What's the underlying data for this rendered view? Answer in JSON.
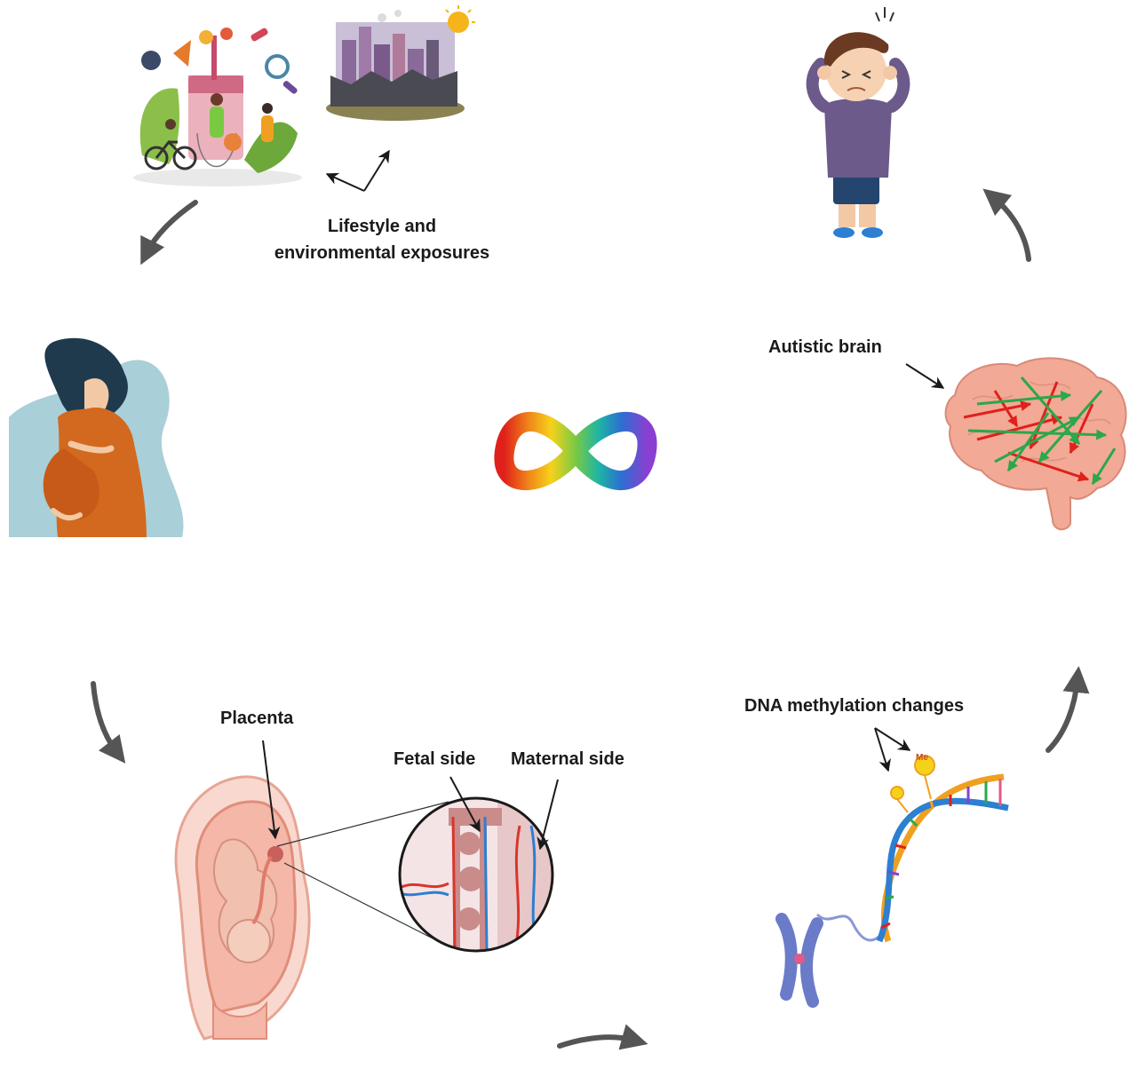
{
  "labels": {
    "lifestyle_line1": "Lifestyle and",
    "lifestyle_line2": "environmental exposures",
    "autistic_brain": "Autistic brain",
    "placenta": "Placenta",
    "fetal_side": "Fetal side",
    "maternal_side": "Maternal side",
    "dna_methylation": "DNA methylation changes",
    "methyl_mark": "Me"
  },
  "colors": {
    "cycle_arrow": "#555555",
    "brain_fill": "#f2a996",
    "brain_red_arrow": "#e0201b",
    "brain_green_arrow": "#2aa84a",
    "mother_dress": "#d2691e",
    "mother_hair": "#1f3a4d",
    "mother_backdrop": "#a9cfd8",
    "uterus": "#f4b7a8",
    "placenta_tissue": "#c98c8a",
    "vessel_red": "#d9362b",
    "vessel_blue": "#2c7fd1"
  },
  "icons": [
    "healthy-lifestyle-illustration",
    "factory-pollution-illustration",
    "stressed-child-illustration",
    "pregnant-woman-illustration",
    "rainbow-infinity-symbol",
    "autistic-brain-illustration",
    "pregnant-uterus-illustration",
    "placenta-magnified-illustration",
    "dna-helix-chromosome-illustration"
  ]
}
